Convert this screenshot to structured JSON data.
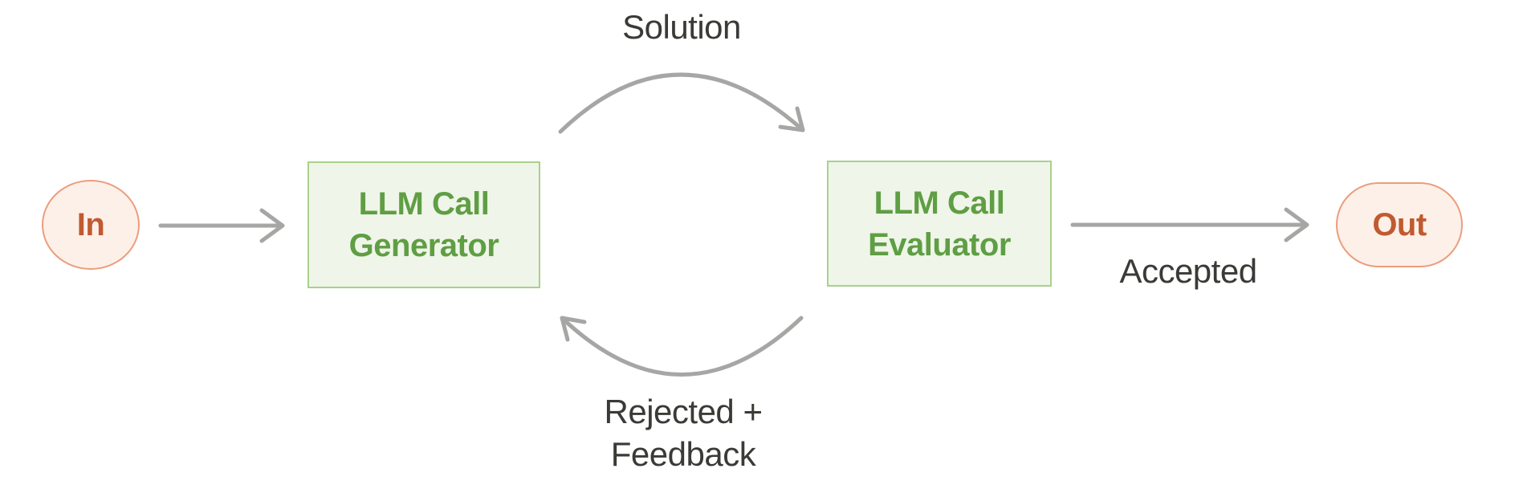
{
  "diagram": {
    "nodes": {
      "input": {
        "label": "In"
      },
      "generator": {
        "label": "LLM Call\nGenerator"
      },
      "evaluator": {
        "label": "LLM Call\nEvaluator"
      },
      "output": {
        "label": "Out"
      }
    },
    "edges": {
      "solution": {
        "label": "Solution"
      },
      "rejected": {
        "label": "Rejected +\nFeedback"
      },
      "accepted": {
        "label": "Accepted"
      }
    },
    "colors": {
      "background": "#ffffff",
      "node_green_bg": "#eff5e8",
      "node_green_border": "#a9d18c",
      "node_green_text": "#5f9e44",
      "terminal_bg": "#fdf0e9",
      "terminal_border": "#ec9d7d",
      "terminal_text": "#c05a30",
      "arrow": "#a6a6a4",
      "label_text": "#3a3a37"
    }
  }
}
